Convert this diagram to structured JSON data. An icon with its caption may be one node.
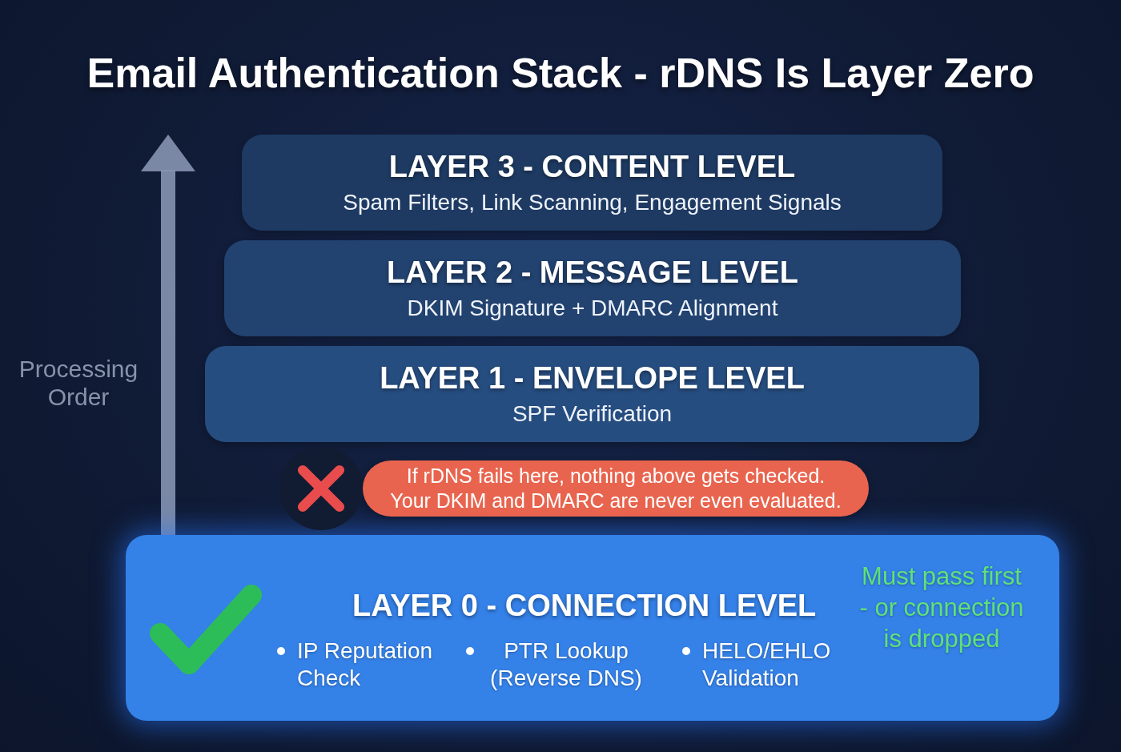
{
  "diagram": {
    "title": "Email Authentication Stack - rDNS Is Layer Zero",
    "nodes": [
      {
        "text": [
          "LAYER 3 - CONTENT LEVEL",
          "Spam Filters, Link Scanning, Engagement Signals"
        ]
      },
      {
        "text": [
          "LAYER 2 - MESSAGE LEVEL",
          "DKIM Signature + DMARC Alignment"
        ]
      },
      {
        "text": [
          "LAYER 1 - ENVELOPE LEVEL",
          "SPF Verification"
        ]
      },
      {
        "text": [
          "If rDNS fails here, nothing above gets checked. Your DKIM and DMARC are never even evaluated."
        ]
      },
      {
        "text": [
          "LAYER 0 - CONNECTION LEVEL",
          "IP Reputation Check",
          "PTR Lookup (Reverse DNS)",
          "HELO/EHLO Validation",
          "Must pass first - or connection is dropped"
        ]
      }
    ],
    "labels": [
      "Processing Order"
    ]
  }
}
